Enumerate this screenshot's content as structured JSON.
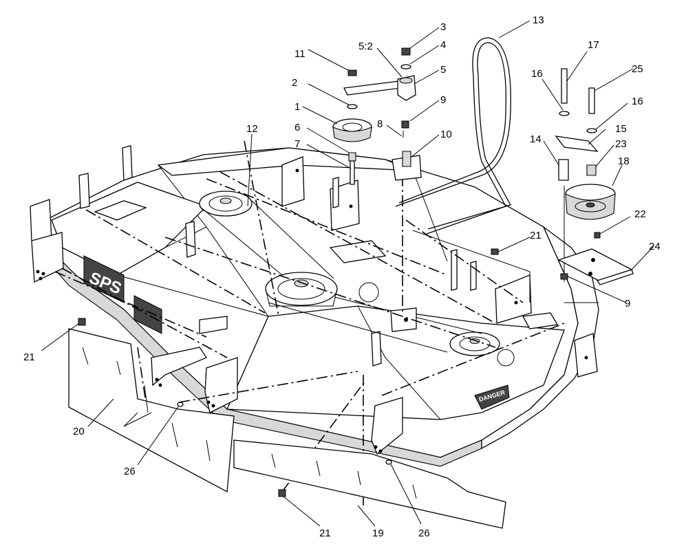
{
  "callouts": [
    {
      "id": "c1",
      "label": "1"
    },
    {
      "id": "c2",
      "label": "2"
    },
    {
      "id": "c3",
      "label": "3"
    },
    {
      "id": "c4",
      "label": "4"
    },
    {
      "id": "c5",
      "label": "5"
    },
    {
      "id": "c5_2",
      "label": "5:2"
    },
    {
      "id": "c6",
      "label": "6"
    },
    {
      "id": "c7",
      "label": "7"
    },
    {
      "id": "c8",
      "label": "8"
    },
    {
      "id": "c9a",
      "label": "9"
    },
    {
      "id": "c9b",
      "label": "9"
    },
    {
      "id": "c10",
      "label": "10"
    },
    {
      "id": "c11",
      "label": "11"
    },
    {
      "id": "c12",
      "label": "12"
    },
    {
      "id": "c13",
      "label": "13"
    },
    {
      "id": "c14",
      "label": "14"
    },
    {
      "id": "c15",
      "label": "15"
    },
    {
      "id": "c16a",
      "label": "16"
    },
    {
      "id": "c16b",
      "label": "16"
    },
    {
      "id": "c17",
      "label": "17"
    },
    {
      "id": "c18",
      "label": "18"
    },
    {
      "id": "c19",
      "label": "19"
    },
    {
      "id": "c20",
      "label": "20"
    },
    {
      "id": "c21a",
      "label": "21"
    },
    {
      "id": "c21b",
      "label": "21"
    },
    {
      "id": "c21c",
      "label": "21"
    },
    {
      "id": "c22",
      "label": "22"
    },
    {
      "id": "c23",
      "label": "23"
    },
    {
      "id": "c24",
      "label": "24"
    },
    {
      "id": "c25",
      "label": "25"
    },
    {
      "id": "c26a",
      "label": "26"
    },
    {
      "id": "c26b",
      "label": "26"
    }
  ],
  "decals": {
    "danger": "DANGER",
    "brand": "SPS"
  }
}
